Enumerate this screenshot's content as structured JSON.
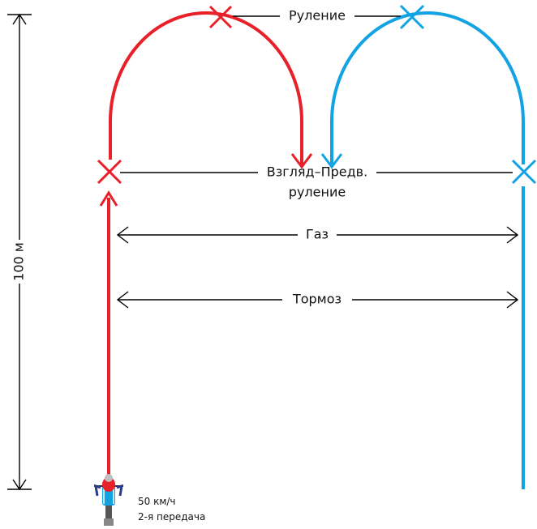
{
  "labels": {
    "steering": "Руление",
    "look_line1": "Взгляд–Предв.",
    "look_line2": "руление",
    "gas": "Газ",
    "brake": "Тормоз",
    "distance": "100 м",
    "speed": "50 км/ч",
    "gear": "2-я передача"
  },
  "icons": {
    "steer_marker": "x-mark-icon",
    "rider": "motorcycle-rider-icon",
    "arrow": "arrowhead-icon"
  },
  "colors": {
    "left_path": "#e8202a",
    "right_path": "#13a3e3",
    "lines": "#000000",
    "text": "#111111"
  }
}
